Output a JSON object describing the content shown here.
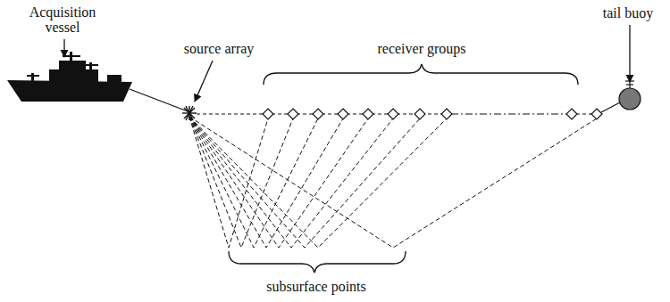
{
  "diagram": {
    "labels": [
      "Acquisition vessel",
      "source array",
      "receiver groups",
      "tail buoy",
      "subsurface points"
    ]
  }
}
